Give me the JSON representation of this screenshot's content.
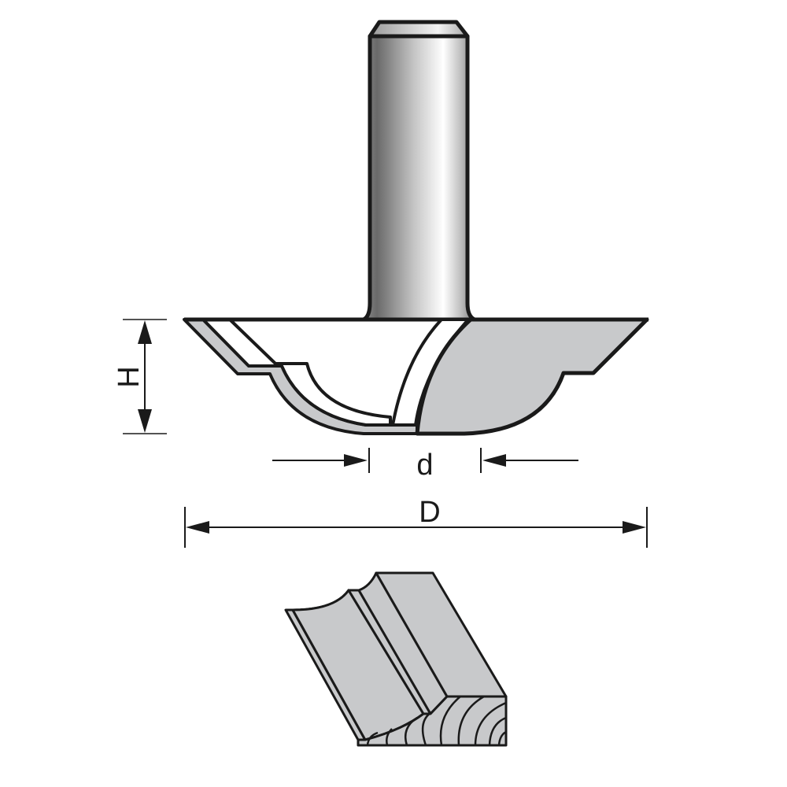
{
  "diagram": {
    "subject": "router bit technical drawing",
    "colors": {
      "outline": "#1a1a1a",
      "cutter_fill": "#c8c9cb",
      "background": "#ffffff",
      "shank_dark": "#6e6e6e",
      "shank_light": "#ffffff"
    },
    "dimensions": {
      "height_label": "H",
      "bearing_diameter_label": "d",
      "overall_diameter_label": "D"
    },
    "parts": [
      {
        "name": "shank",
        "description": "cylindrical shank with chamfered top"
      },
      {
        "name": "cutter-head",
        "description": "ogee profile cutting body with carbide wing"
      },
      {
        "name": "profile-sample",
        "description": "wood workpiece showing resulting molded profile with end grain rings"
      }
    ]
  }
}
